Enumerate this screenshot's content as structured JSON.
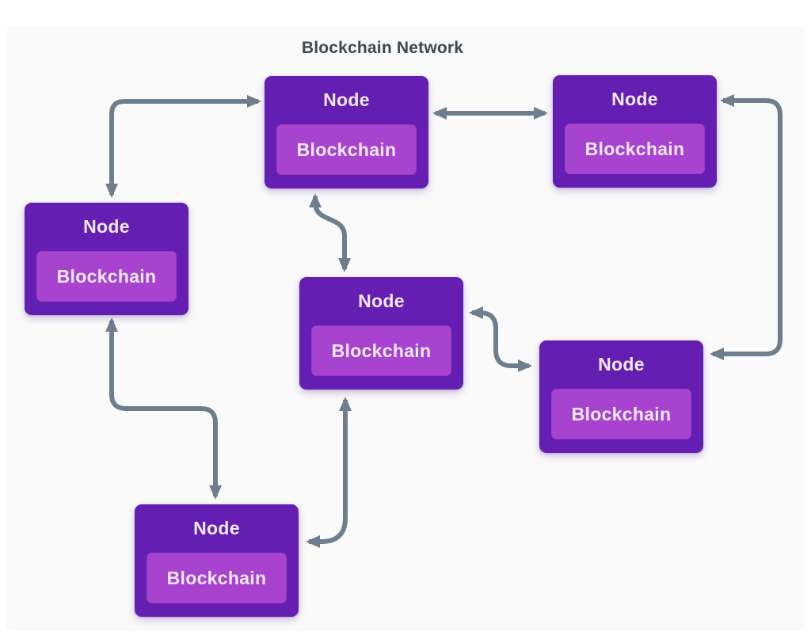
{
  "title": "Blockchain Network",
  "colors": {
    "page_bg": "#ffffff",
    "canvas_bg": "#fafafb",
    "title_text": "#3c4856",
    "node_fill": "#641fb2",
    "node_inner_fill": "#a743cf",
    "node_text": "#f2e9fc",
    "arrow": "#6f7e8c"
  },
  "nodes": [
    {
      "id": "node-top-center",
      "label": "Node",
      "chip": "Blockchain"
    },
    {
      "id": "node-top-right",
      "label": "Node",
      "chip": "Blockchain"
    },
    {
      "id": "node-left",
      "label": "Node",
      "chip": "Blockchain"
    },
    {
      "id": "node-center",
      "label": "Node",
      "chip": "Blockchain"
    },
    {
      "id": "node-bottom-right",
      "label": "Node",
      "chip": "Blockchain"
    },
    {
      "id": "node-bottom",
      "label": "Node",
      "chip": "Blockchain"
    }
  ],
  "edges": [
    {
      "from": "node-left",
      "to": "node-top-center",
      "bidirectional": true,
      "style": "elbow"
    },
    {
      "from": "node-top-center",
      "to": "node-top-right",
      "bidirectional": true,
      "style": "straight"
    },
    {
      "from": "node-top-right",
      "to": "node-bottom-right",
      "bidirectional": true,
      "style": "elbow"
    },
    {
      "from": "node-top-center",
      "to": "node-center",
      "bidirectional": true,
      "style": "s-curve"
    },
    {
      "from": "node-center",
      "to": "node-bottom-right",
      "bidirectional": true,
      "style": "s-curve"
    },
    {
      "from": "node-left",
      "to": "node-bottom",
      "bidirectional": true,
      "style": "elbow"
    },
    {
      "from": "node-center",
      "to": "node-bottom",
      "bidirectional": true,
      "style": "elbow"
    }
  ]
}
